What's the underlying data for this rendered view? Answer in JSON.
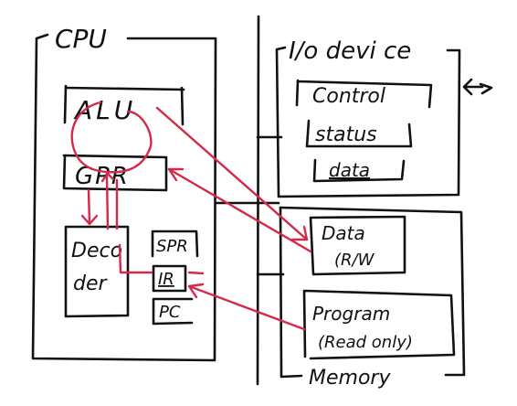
{
  "cpu": {
    "title": "CPU",
    "alu": "ALU",
    "gpr": "GPR",
    "decoder_line1": "Deco",
    "decoder_line2": "der",
    "spr": "SPR",
    "ir": "IR",
    "pc": "PC"
  },
  "io_device": {
    "title": "I/o devi ce",
    "control": "Control",
    "status": "status",
    "data": "data",
    "bidirectional_arrow": "←→"
  },
  "memory": {
    "title": "Memory",
    "data_line1": "Data",
    "data_line2": "(R/W",
    "program_line1": "Program",
    "program_line2": "(Read only)"
  },
  "colors": {
    "ink": "#111111",
    "flow": "#d42a4a"
  }
}
